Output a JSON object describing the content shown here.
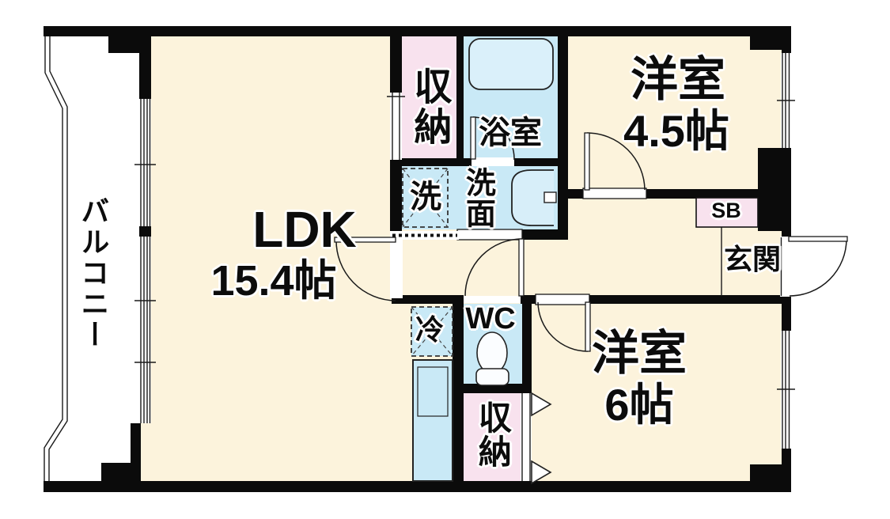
{
  "colors": {
    "floor": "#FCF3DC",
    "wet": "#C9E9F6",
    "tub": "#DAF0FA",
    "closet": "#F8E2EE",
    "wall": "#0B0B0B"
  },
  "rooms": {
    "balcony": {
      "label": "バルコニー"
    },
    "ldk": {
      "label": "LDK",
      "size": "15.4帖"
    },
    "closet_top": {
      "label": "収納"
    },
    "bathroom": {
      "label": "浴室"
    },
    "laundry": {
      "label": "洗"
    },
    "washroom": {
      "label": "洗面"
    },
    "western_room_a": {
      "label": "洋室",
      "size": "4.5帖"
    },
    "shoe_box": {
      "label": "SB"
    },
    "entrance": {
      "label": "玄関"
    },
    "toilet": {
      "label": "WC"
    },
    "refrigerator": {
      "label": "冷"
    },
    "closet_bottom": {
      "label": "収納"
    },
    "western_room_b": {
      "label": "洋室",
      "size": "6帖"
    }
  }
}
